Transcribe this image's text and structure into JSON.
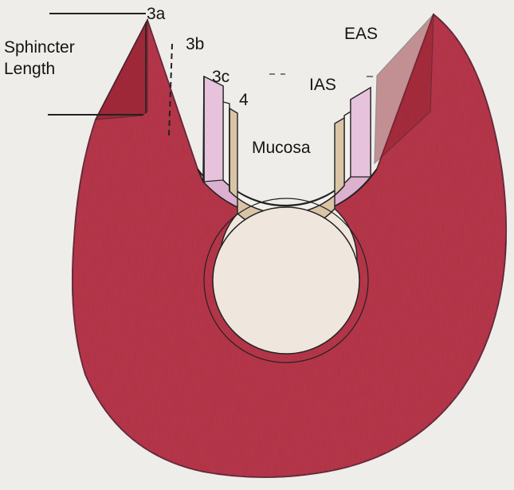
{
  "labels": {
    "sphincter_line1": "Sphincter",
    "sphincter_line2": "Length",
    "grade_3a": "3a",
    "grade_3b": "3b",
    "grade_3c": "3c",
    "grade_4": "4",
    "eas": "EAS",
    "ias": "IAS",
    "mucosa": "Mucosa"
  },
  "colors": {
    "background": "#eeede9",
    "eas_red": "#b3303e",
    "eas_dark": "#8e1f2c",
    "ias_pink": "#dcb0cf",
    "submucosa_gap": "#f3f1ee",
    "mucosa_tan": "#d9c4a6",
    "lumen": "#efe7dd",
    "ink": "#222222"
  }
}
